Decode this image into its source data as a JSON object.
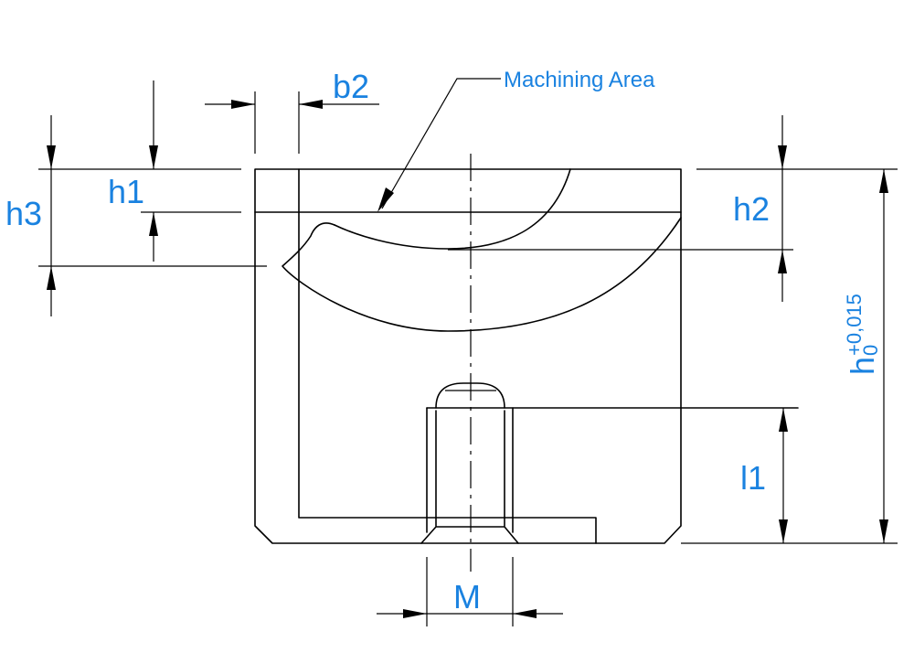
{
  "labels": {
    "machining_area": "Machining Area",
    "b2": "b2",
    "h1": "h1",
    "h2": "h2",
    "h3": "h3",
    "l1": "l1",
    "m": "M",
    "h_main": "h",
    "tol_upper": "+0,015",
    "tol_lower": "0"
  },
  "colors": {
    "dimension_text": "#1a82e0",
    "lines": "#000000"
  }
}
